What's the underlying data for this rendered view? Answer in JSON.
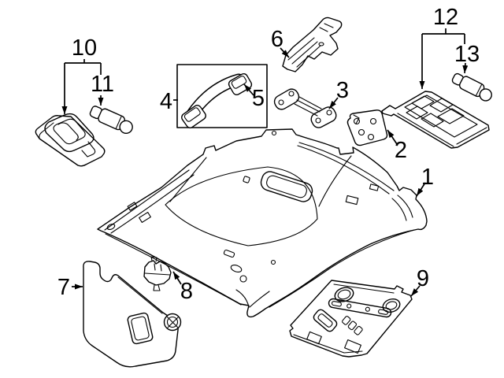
{
  "diagram": {
    "background_color": "#ffffff",
    "line_color": "#000000",
    "callouts": [
      {
        "number": "1"
      },
      {
        "number": "2"
      },
      {
        "number": "3"
      },
      {
        "number": "4"
      },
      {
        "number": "5"
      },
      {
        "number": "6"
      },
      {
        "number": "7"
      },
      {
        "number": "8"
      },
      {
        "number": "9"
      },
      {
        "number": "10"
      },
      {
        "number": "11"
      },
      {
        "number": "12"
      },
      {
        "number": "13"
      }
    ]
  }
}
